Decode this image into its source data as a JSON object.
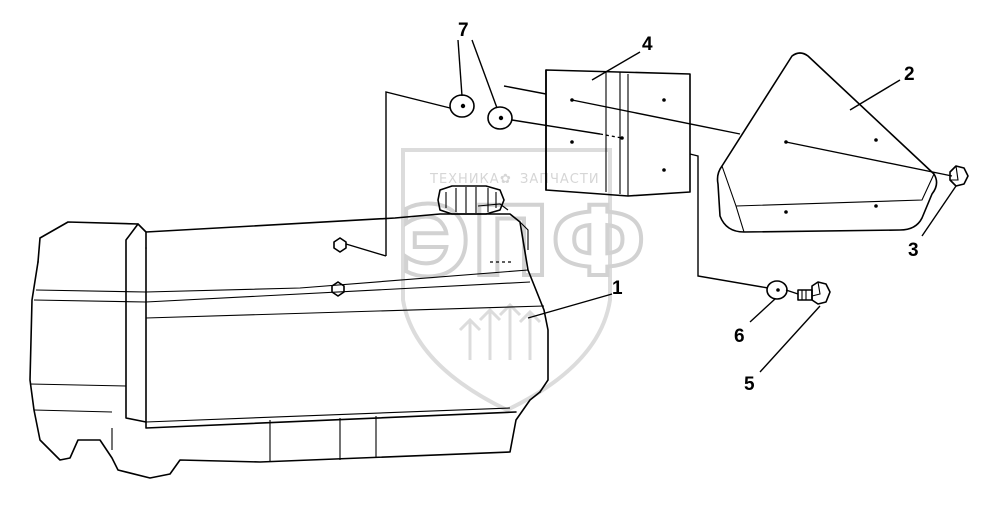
{
  "watermark": {
    "brand_left": "ТЕХНИКА",
    "brand_right": "ЗАПЧАСТИ",
    "logo_letters": "ЭПФ"
  },
  "callouts": [
    {
      "id": "1",
      "label": "1"
    },
    {
      "id": "2",
      "label": "2"
    },
    {
      "id": "3",
      "label": "3"
    },
    {
      "id": "4",
      "label": "4"
    },
    {
      "id": "5",
      "label": "5"
    },
    {
      "id": "6",
      "label": "6"
    },
    {
      "id": "7",
      "label": "7"
    }
  ],
  "colors": {
    "line": "#000000",
    "background": "#ffffff",
    "watermark": "#d2d2d2"
  }
}
